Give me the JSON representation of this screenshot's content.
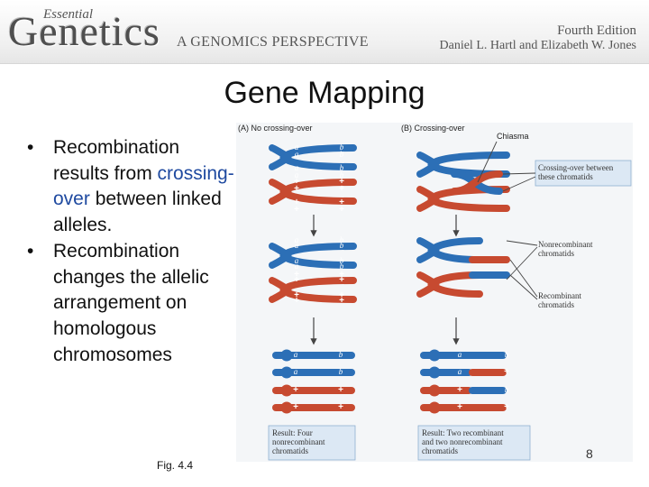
{
  "banner": {
    "logo_small": "Essential",
    "logo_big": "Genetics",
    "subtitle": "A GENOMICS PERSPECTIVE",
    "edition": "Fourth Edition",
    "authors": "Daniel L. Hartl and Elizabeth W. Jones"
  },
  "slide": {
    "title": "Gene Mapping",
    "bullet1": {
      "pre": "Recombination results from ",
      "highlight": "crossing-over",
      "post": " between linked alleles."
    },
    "bullet2": "Recombination changes the allelic arrangement on homologous chromosomes",
    "caption": "Fig. 4.4",
    "page_number": "8"
  },
  "figure": {
    "panel_a": "(A)  No crossing-over",
    "panel_b": "(B)  Crossing-over",
    "allele_a": "a",
    "allele_b": "b",
    "wild_type": "+",
    "chiasma": "Chiasma",
    "crossover_box": [
      "Crossing-over between",
      "these chromatids"
    ],
    "nonrecombinant": [
      "Nonrecombinant",
      "chromatids"
    ],
    "recombinant": [
      "Recombinant",
      "chromatids"
    ],
    "result_a": [
      "Result: Four",
      "nonrecombinant",
      "chromatids"
    ],
    "result_b": [
      "Result: Two recombinant",
      "and two nonrecombinant",
      "chromatids"
    ]
  },
  "colors": {
    "chromatid_blue": "#2c6fb6",
    "chromatid_red": "#c74a30",
    "callout_box": "#dce8f4",
    "callout_border": "#8fb0d0"
  }
}
